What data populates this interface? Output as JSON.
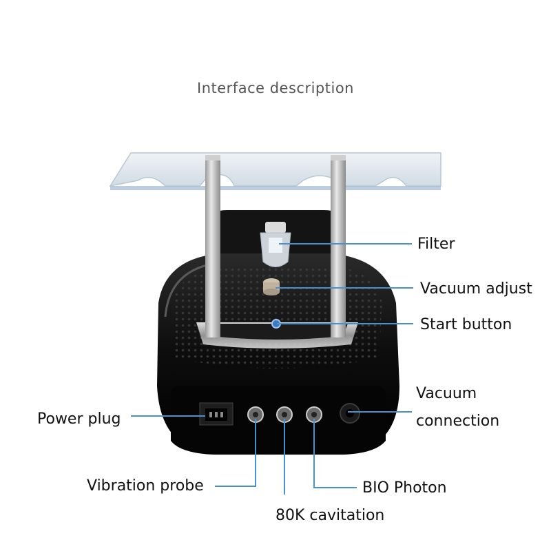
{
  "header": {
    "title": "Interface description"
  },
  "colors": {
    "callout_line": "#4a8fd0",
    "body": "#111111",
    "accent": "#5aa0e0"
  },
  "labels": {
    "filter": "Filter",
    "vacuum_adjust": "Vacuum adjust",
    "start_button": "Start button",
    "vacuum_connection_line1": "Vacuum",
    "vacuum_connection_line2": "connection",
    "power_plug": "Power plug",
    "vibration_probe": "Vibration probe",
    "bio_photon": "BIO Photon",
    "cavitation": "80K cavitation"
  }
}
